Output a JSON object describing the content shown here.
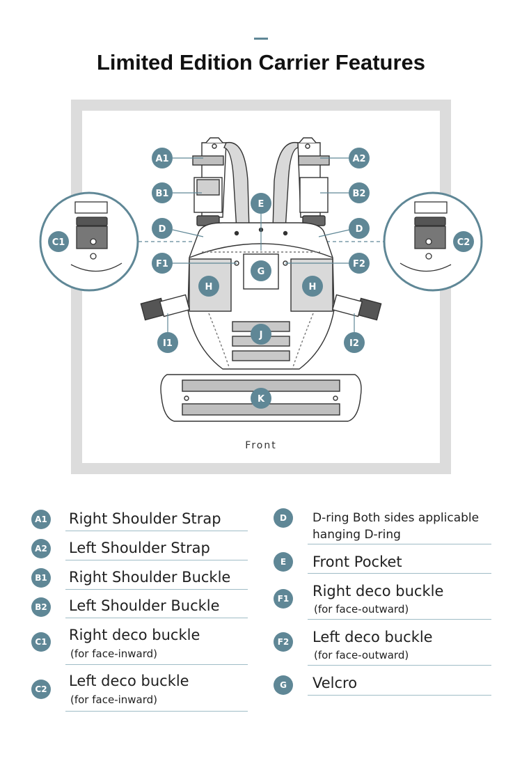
{
  "title": "Limited Edition Carrier Features",
  "diagram": {
    "view_label": "Front",
    "callouts": [
      "A1",
      "A2",
      "B1",
      "B2",
      "C1",
      "C2",
      "D",
      "D",
      "E",
      "F1",
      "F2",
      "G",
      "H",
      "H",
      "I1",
      "I2",
      "J",
      "K"
    ]
  },
  "legend": {
    "left": [
      {
        "code": "A1",
        "title": "Right Shoulder Strap",
        "sub": ""
      },
      {
        "code": "A2",
        "title": "Left Shoulder Strap",
        "sub": ""
      },
      {
        "code": "B1",
        "title": "Right Shoulder Buckle",
        "sub": ""
      },
      {
        "code": "B2",
        "title": "Left Shoulder Buckle",
        "sub": ""
      },
      {
        "code": "C1",
        "title": "Right deco buckle",
        "sub": "(for face-inward)"
      },
      {
        "code": "C2",
        "title": "Left deco buckle",
        "sub": "(for face-inward)"
      }
    ],
    "right": [
      {
        "code": "D",
        "title": "D-ring Both sides applicable",
        "sub": "hanging D-ring"
      },
      {
        "code": "E",
        "title": "Front Pocket",
        "sub": ""
      },
      {
        "code": "F1",
        "title": "Right deco buckle",
        "sub": "(for face-outward)"
      },
      {
        "code": "F2",
        "title": "Left deco buckle",
        "sub": "(for face-outward)"
      },
      {
        "code": "G",
        "title": "Velcro",
        "sub": ""
      }
    ]
  },
  "colors": {
    "accent": "#5f8796",
    "frame": "#dcdcdc",
    "rule": "#9fbcc6",
    "panel": "#d9d9d9",
    "strap": "#bfbfbf"
  }
}
